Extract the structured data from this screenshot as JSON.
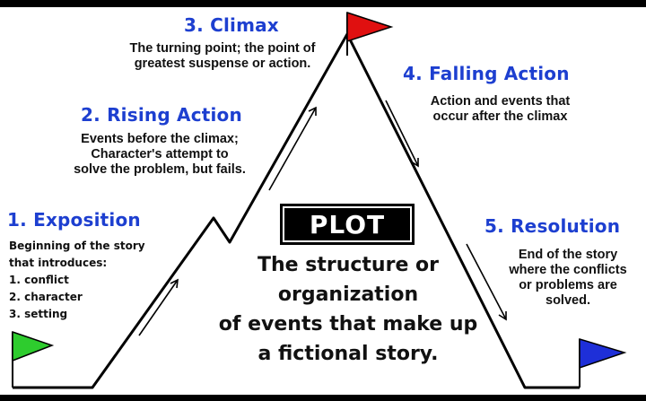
{
  "title_box": "PLOT",
  "definition_lines": [
    "The structure or",
    "organization",
    "of events that make up",
    "a fictional story."
  ],
  "stages": {
    "exposition": {
      "heading": "1. Exposition",
      "lines": [
        "Beginning of the story",
        "that introduces:",
        "1. conflict",
        "2. character",
        "3. setting"
      ]
    },
    "rising": {
      "heading": "2. Rising Action",
      "lines": [
        "Events before the climax;",
        "Character's attempt to",
        "solve the problem, but fails."
      ]
    },
    "climax": {
      "heading": "3. Climax",
      "lines": [
        "The turning point; the point of",
        "greatest suspense or action."
      ]
    },
    "falling": {
      "heading": "4. Falling Action",
      "lines": [
        "Action and events that",
        "occur after the climax"
      ]
    },
    "resolution": {
      "heading": "5. Resolution",
      "lines": [
        "End of the story",
        "where the conflicts",
        "or problems are",
        "solved."
      ]
    }
  },
  "colors": {
    "heading": "#1d3fd0",
    "flag_start": "#2ecc2e",
    "flag_climax": "#e01010",
    "flag_end": "#1e2fd8"
  }
}
